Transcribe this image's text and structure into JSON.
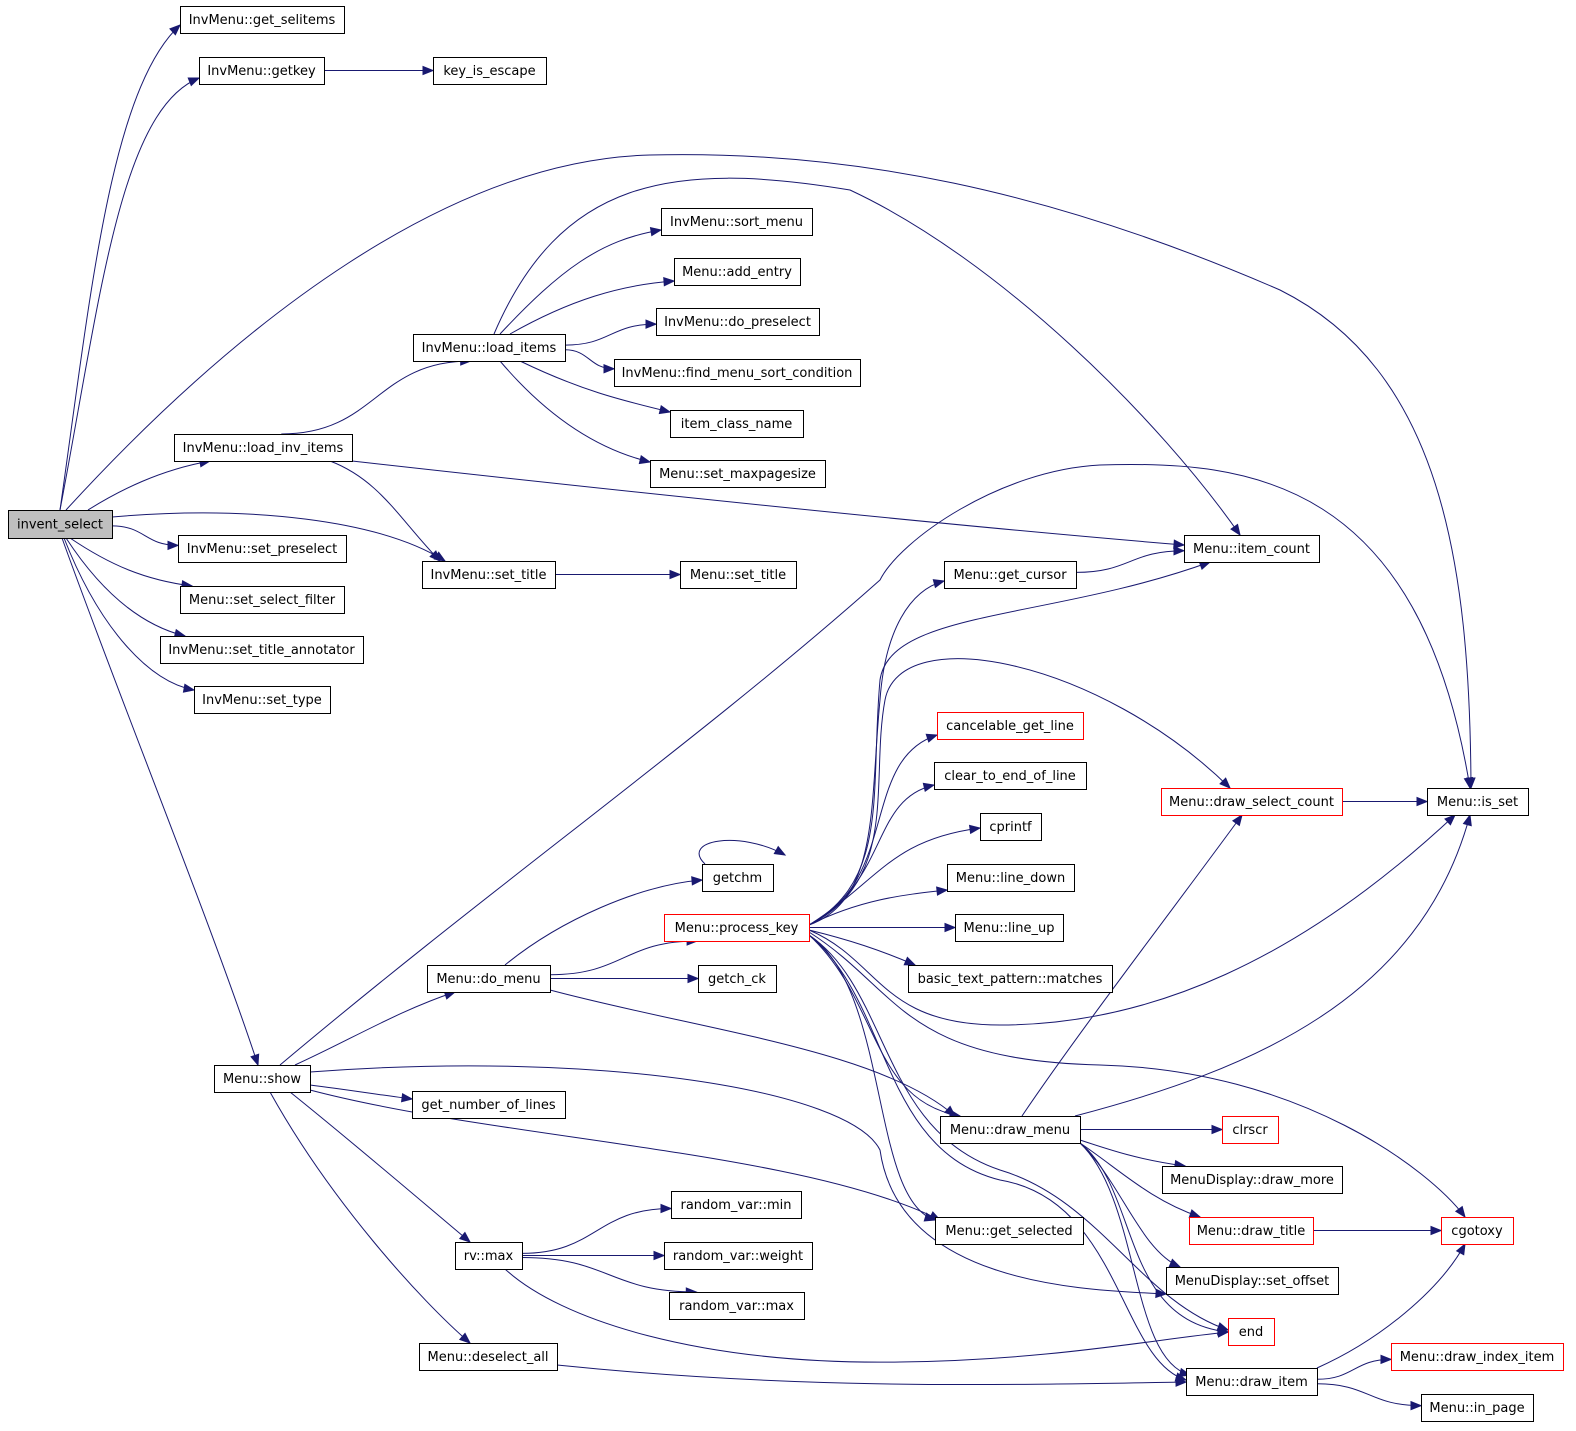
{
  "graph": {
    "edge_color": "#191970",
    "node_border_color": "#000000",
    "highlight_border_color": "#ff0000",
    "root_fill": "#bfbfbf",
    "nodes": {
      "invent_select": {
        "label": "invent_select",
        "style": "root"
      },
      "inv_get_selitems": {
        "label": "InvMenu::get_selitems",
        "style": "normal"
      },
      "inv_getkey": {
        "label": "InvMenu::getkey",
        "style": "normal"
      },
      "key_is_escape": {
        "label": "key_is_escape",
        "style": "normal"
      },
      "inv_sort_menu": {
        "label": "InvMenu::sort_menu",
        "style": "normal"
      },
      "menu_add_entry": {
        "label": "Menu::add_entry",
        "style": "normal"
      },
      "inv_do_preselect": {
        "label": "InvMenu::do_preselect",
        "style": "normal"
      },
      "inv_load_items": {
        "label": "InvMenu::load_items",
        "style": "normal"
      },
      "inv_find_sort": {
        "label": "InvMenu::find_menu_sort_condition",
        "style": "normal"
      },
      "item_class_name": {
        "label": "item_class_name",
        "style": "normal"
      },
      "inv_load_inv_items": {
        "label": "InvMenu::load_inv_items",
        "style": "normal"
      },
      "menu_set_maxpagesize": {
        "label": "Menu::set_maxpagesize",
        "style": "normal"
      },
      "inv_set_preselect": {
        "label": "InvMenu::set_preselect",
        "style": "normal"
      },
      "menu_item_count": {
        "label": "Menu::item_count",
        "style": "normal"
      },
      "inv_set_title": {
        "label": "InvMenu::set_title",
        "style": "normal"
      },
      "menu_set_title": {
        "label": "Menu::set_title",
        "style": "normal"
      },
      "menu_get_cursor": {
        "label": "Menu::get_cursor",
        "style": "normal"
      },
      "menu_set_select_filter": {
        "label": "Menu::set_select_filter",
        "style": "normal"
      },
      "inv_set_title_annotator": {
        "label": "InvMenu::set_title_annotator",
        "style": "normal"
      },
      "inv_set_type": {
        "label": "InvMenu::set_type",
        "style": "normal"
      },
      "cancelable_get_line": {
        "label": "cancelable_get_line",
        "style": "highlight"
      },
      "clear_to_end_of_line": {
        "label": "clear_to_end_of_line",
        "style": "normal"
      },
      "menu_draw_select_count": {
        "label": "Menu::draw_select_count",
        "style": "highlight"
      },
      "menu_is_set": {
        "label": "Menu::is_set",
        "style": "normal"
      },
      "cprintf": {
        "label": "cprintf",
        "style": "normal"
      },
      "getchm": {
        "label": "getchm",
        "style": "normal"
      },
      "menu_line_down": {
        "label": "Menu::line_down",
        "style": "normal"
      },
      "menu_process_key": {
        "label": "Menu::process_key",
        "style": "highlight"
      },
      "menu_line_up": {
        "label": "Menu::line_up",
        "style": "normal"
      },
      "menu_do_menu": {
        "label": "Menu::do_menu",
        "style": "normal"
      },
      "getch_ck": {
        "label": "getch_ck",
        "style": "normal"
      },
      "btp_matches": {
        "label": "basic_text_pattern::matches",
        "style": "normal"
      },
      "menu_show": {
        "label": "Menu::show",
        "style": "normal"
      },
      "get_number_of_lines": {
        "label": "get_number_of_lines",
        "style": "normal"
      },
      "menu_draw_menu": {
        "label": "Menu::draw_menu",
        "style": "normal"
      },
      "clrscr": {
        "label": "clrscr",
        "style": "highlight"
      },
      "md_draw_more": {
        "label": "MenuDisplay::draw_more",
        "style": "normal"
      },
      "random_var_min": {
        "label": "random_var::min",
        "style": "normal"
      },
      "menu_draw_title": {
        "label": "Menu::draw_title",
        "style": "highlight"
      },
      "cgotoxy": {
        "label": "cgotoxy",
        "style": "highlight"
      },
      "menu_get_selected": {
        "label": "Menu::get_selected",
        "style": "normal"
      },
      "rv_max": {
        "label": "rv::max",
        "style": "normal"
      },
      "random_var_weight": {
        "label": "random_var::weight",
        "style": "normal"
      },
      "md_set_offset": {
        "label": "MenuDisplay::set_offset",
        "style": "normal"
      },
      "random_var_max": {
        "label": "random_var::max",
        "style": "normal"
      },
      "end": {
        "label": "end",
        "style": "highlight"
      },
      "menu_deselect_all": {
        "label": "Menu::deselect_all",
        "style": "normal"
      },
      "menu_draw_index_item": {
        "label": "Menu::draw_index_item",
        "style": "highlight"
      },
      "menu_draw_item": {
        "label": "Menu::draw_item",
        "style": "normal"
      },
      "menu_in_page": {
        "label": "Menu::in_page",
        "style": "normal"
      }
    },
    "edges": [
      [
        "invent_select",
        "inv_get_selitems"
      ],
      [
        "invent_select",
        "inv_getkey"
      ],
      [
        "inv_getkey",
        "key_is_escape"
      ],
      [
        "invent_select",
        "menu_is_set"
      ],
      [
        "invent_select",
        "inv_load_inv_items"
      ],
      [
        "invent_select",
        "inv_set_preselect"
      ],
      [
        "invent_select",
        "inv_set_title"
      ],
      [
        "invent_select",
        "menu_set_select_filter"
      ],
      [
        "invent_select",
        "inv_set_title_annotator"
      ],
      [
        "invent_select",
        "inv_set_type"
      ],
      [
        "invent_select",
        "menu_show"
      ],
      [
        "inv_load_inv_items",
        "inv_load_items"
      ],
      [
        "inv_load_inv_items",
        "menu_item_count"
      ],
      [
        "inv_load_inv_items",
        "inv_set_title"
      ],
      [
        "inv_load_items",
        "inv_sort_menu"
      ],
      [
        "inv_load_items",
        "menu_add_entry"
      ],
      [
        "inv_load_items",
        "inv_do_preselect"
      ],
      [
        "inv_load_items",
        "inv_find_sort"
      ],
      [
        "inv_load_items",
        "item_class_name"
      ],
      [
        "inv_load_items",
        "menu_set_maxpagesize"
      ],
      [
        "inv_load_items",
        "menu_item_count"
      ],
      [
        "inv_set_title",
        "menu_set_title"
      ],
      [
        "menu_get_cursor",
        "menu_item_count"
      ],
      [
        "menu_draw_select_count",
        "menu_is_set"
      ],
      [
        "getchm",
        "getchm"
      ],
      [
        "menu_show",
        "menu_item_count"
      ],
      [
        "menu_show",
        "menu_do_menu"
      ],
      [
        "menu_show",
        "get_number_of_lines"
      ],
      [
        "menu_show",
        "menu_get_selected"
      ],
      [
        "menu_show",
        "md_set_offset"
      ],
      [
        "menu_show",
        "rv_max"
      ],
      [
        "menu_show",
        "menu_deselect_all"
      ],
      [
        "menu_do_menu",
        "getchm"
      ],
      [
        "menu_do_menu",
        "menu_process_key"
      ],
      [
        "menu_do_menu",
        "getch_ck"
      ],
      [
        "menu_do_menu",
        "menu_draw_menu"
      ],
      [
        "menu_process_key",
        "menu_get_cursor"
      ],
      [
        "menu_process_key",
        "menu_item_count"
      ],
      [
        "menu_process_key",
        "menu_draw_select_count"
      ],
      [
        "menu_process_key",
        "cancelable_get_line"
      ],
      [
        "menu_process_key",
        "clear_to_end_of_line"
      ],
      [
        "menu_process_key",
        "cprintf"
      ],
      [
        "menu_process_key",
        "menu_line_down"
      ],
      [
        "menu_process_key",
        "menu_line_up"
      ],
      [
        "menu_process_key",
        "btp_matches"
      ],
      [
        "menu_process_key",
        "menu_is_set"
      ],
      [
        "menu_process_key",
        "cgotoxy"
      ],
      [
        "menu_process_key",
        "menu_draw_menu"
      ],
      [
        "menu_process_key",
        "menu_get_selected"
      ],
      [
        "menu_process_key",
        "end"
      ],
      [
        "menu_process_key",
        "menu_draw_item"
      ],
      [
        "menu_draw_menu",
        "menu_draw_select_count"
      ],
      [
        "menu_draw_menu",
        "menu_is_set"
      ],
      [
        "menu_draw_menu",
        "clrscr"
      ],
      [
        "menu_draw_menu",
        "md_draw_more"
      ],
      [
        "menu_draw_menu",
        "menu_draw_title"
      ],
      [
        "menu_draw_menu",
        "md_set_offset"
      ],
      [
        "menu_draw_menu",
        "end"
      ],
      [
        "menu_draw_menu",
        "menu_draw_item"
      ],
      [
        "menu_draw_title",
        "cgotoxy"
      ],
      [
        "rv_max",
        "random_var_min"
      ],
      [
        "rv_max",
        "random_var_weight"
      ],
      [
        "rv_max",
        "random_var_max"
      ],
      [
        "rv_max",
        "end"
      ],
      [
        "menu_deselect_all",
        "menu_draw_item"
      ],
      [
        "menu_draw_item",
        "cgotoxy"
      ],
      [
        "menu_draw_item",
        "menu_draw_index_item"
      ],
      [
        "menu_draw_item",
        "menu_in_page"
      ]
    ]
  }
}
